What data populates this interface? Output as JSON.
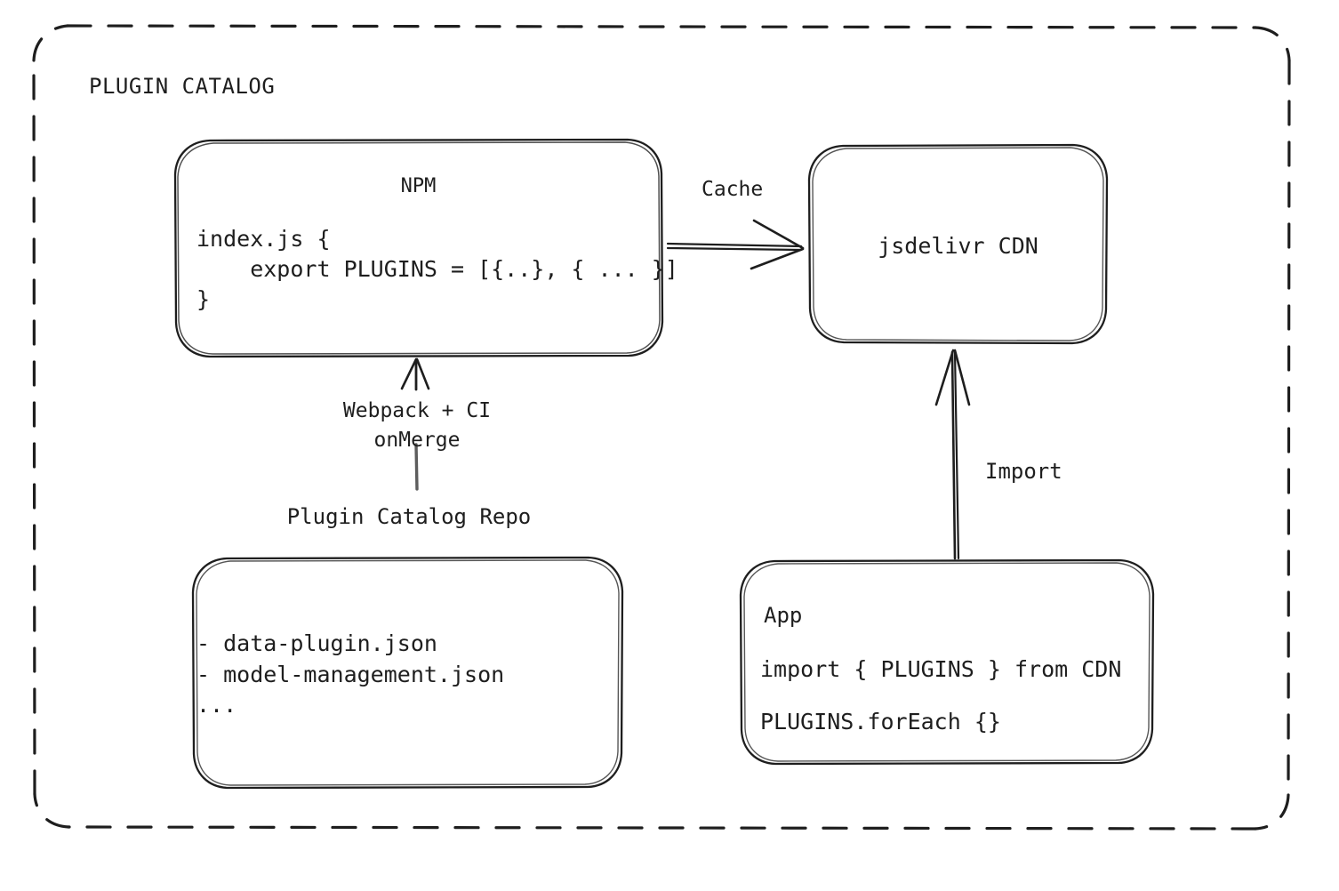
{
  "container": {
    "title": "PLUGIN CATALOG",
    "border_style": "dashed",
    "stroke_color": "#1e1e1e",
    "background": "#ffffff"
  },
  "nodes": [
    {
      "id": "npm",
      "title": "NPM",
      "code_lines": [
        "index.js {",
        "    export PLUGINS = [{..}, { ... }]",
        "}"
      ],
      "code_text": "index.js {\n    export PLUGINS = [{..}, { ... }]\n}"
    },
    {
      "id": "cdn",
      "title": "jsdelivr CDN"
    },
    {
      "id": "repo",
      "caption": "Plugin Catalog Repo",
      "file_lines": [
        "- data-plugin.json",
        "- model-management.json",
        "..."
      ],
      "file_text": "- data-plugin.json\n- model-management.json\n..."
    },
    {
      "id": "app",
      "title": "App",
      "line1": "import { PLUGINS } from CDN",
      "line2": "PLUGINS.forEach {}"
    }
  ],
  "edges": [
    {
      "id": "cache",
      "label": "Cache",
      "from": "npm",
      "to": "cdn",
      "direction": "right"
    },
    {
      "id": "webpack",
      "label": "Webpack + CI\nonMerge",
      "label_line1": "Webpack + CI",
      "label_line2": "onMerge",
      "from": "repo",
      "to": "npm",
      "direction": "up"
    },
    {
      "id": "import",
      "label": "Import",
      "from": "app",
      "to": "cdn",
      "direction": "up"
    }
  ],
  "colors": {
    "stroke": "#1e1e1e",
    "text": "#1e1e1e",
    "background": "#ffffff"
  }
}
